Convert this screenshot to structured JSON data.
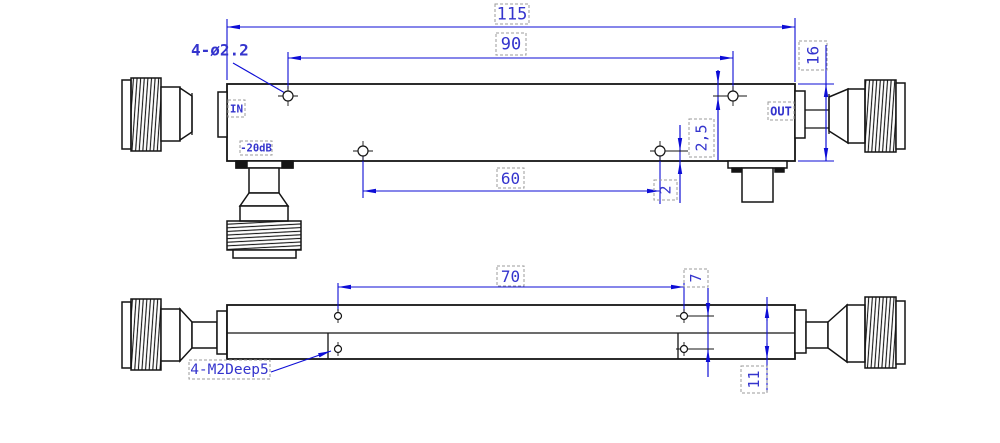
{
  "drawing": {
    "kind": "mechanical-dimension-drawing",
    "colors": {
      "line_black": "#141414",
      "dimension_blue": "#0d0dd6",
      "text_blue": "#3434cd",
      "box_gray": "#9b9b9b",
      "background": "#ffffff"
    },
    "top_view": {
      "label_in": "IN",
      "label_out": "OUT",
      "label_coupling": "-20dB",
      "callout_through_holes": "4-ø2.2",
      "dim_overall_length": "115",
      "dim_top_hole_spacing": "90",
      "dim_bottom_hole_spacing": "60",
      "dim_body_height": "16",
      "dim_top_hole_edge_offset": "2,5",
      "dim_bottom_hole_edge_offset": "2"
    },
    "bottom_view": {
      "callout_tapped_holes": "4-M2Deep5",
      "dim_hole_spacing": "70",
      "dim_hole_row_offset": "7",
      "dim_body_width": "11"
    }
  }
}
